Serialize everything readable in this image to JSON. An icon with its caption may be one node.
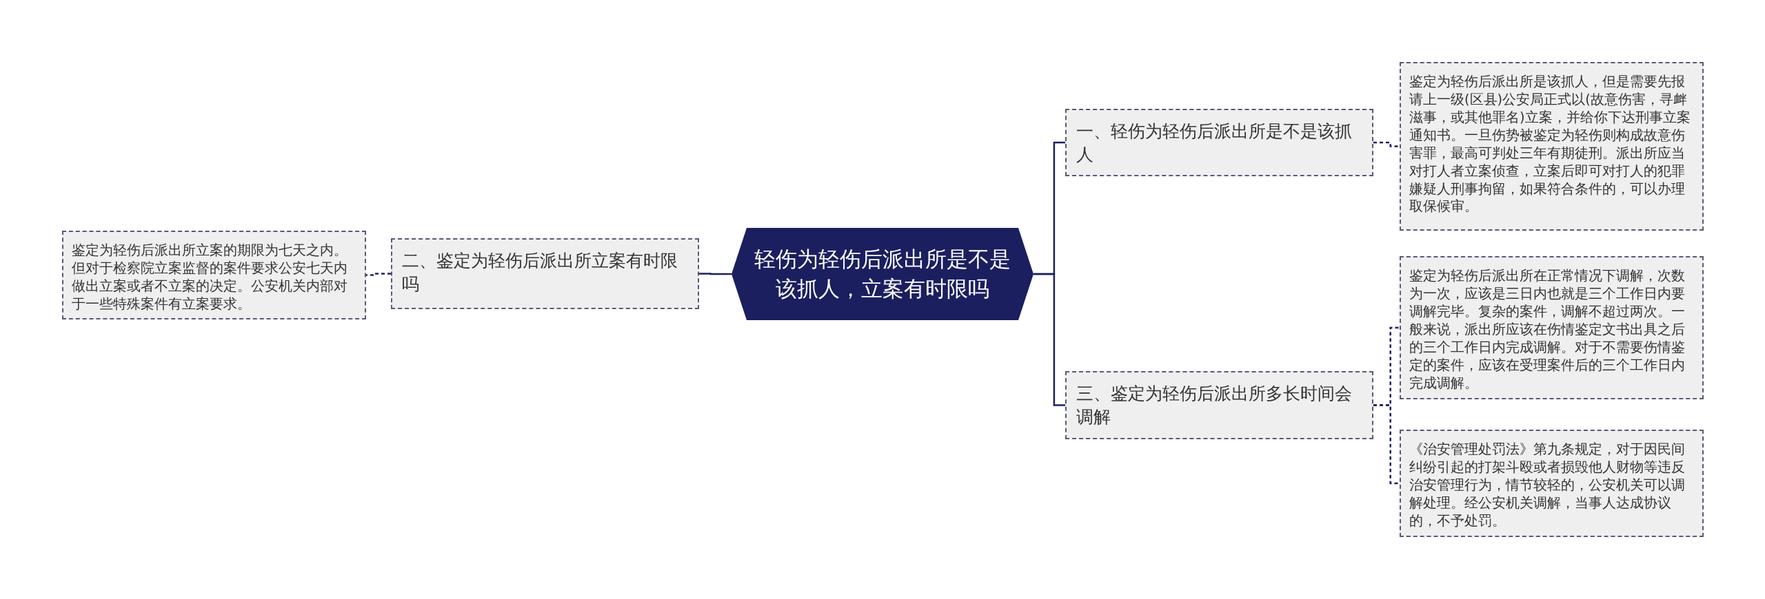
{
  "diagram": {
    "nodes": [
      {
        "text": [
          "轻伤为轻伤后派出所是不是该抓人，立案有时限吗"
        ]
      },
      {
        "text": [
          "一、轻伤为轻伤后派出所是不是该抓人"
        ]
      },
      {
        "text": [
          "鉴定为轻伤后派出所是该抓人，但是需要先报请上一级(区县)公安局正式以(故意伤害，寻衅滋事，或其他罪名)立案，并给你下达刑事立案通知书。一旦伤势被鉴定为轻伤则构成故意伤害罪，最高可判处三年有期徒刑。派出所应当对打人者立案侦查，立案后即可对打人的犯罪嫌疑人刑事拘留，如果符合条件的，可以办理取保候审。"
        ]
      },
      {
        "text": [
          "二、鉴定为轻伤后派出所立案有时限吗"
        ]
      },
      {
        "text": [
          "鉴定为轻伤后派出所立案的期限为七天之内。但对于检察院立案监督的案件要求公安七天内做出立案或者不立案的决定。公安机关内部对于一些特殊案件有立案要求。"
        ]
      },
      {
        "text": [
          "三、鉴定为轻伤后派出所多长时间会调解"
        ]
      },
      {
        "text": [
          "鉴定为轻伤后派出所在正常情况下调解，次数为一次，应该是三日内也就是三个工作日内要调解完毕。复杂的案件，调解不超过两次。一般来说，派出所应该在伤情鉴定文书出具之后的三个工作日内完成调解。对于不需要伤情鉴定的案件，应该在受理案件后的三个工作日内完成调解。"
        ]
      },
      {
        "text": [
          "《治安管理处罚法》第九条规定，对于因民间纠纷引起的打架斗殴或者损毁他人财物等违反治安管理行为，情节较轻的，公安机关可以调解处理。经公安机关调解，当事人达成协议的，不予处罚。"
        ]
      }
    ],
    "edges": [
      {
        "from": 0,
        "to": 1,
        "arrow": "none"
      },
      {
        "from": 1,
        "to": 2,
        "arrow": "none",
        "style": "dashed"
      },
      {
        "from": 0,
        "to": 3,
        "arrow": "none"
      },
      {
        "from": 3,
        "to": 4,
        "arrow": "none",
        "style": "dashed"
      },
      {
        "from": 0,
        "to": 5,
        "arrow": "none"
      },
      {
        "from": 5,
        "to": 6,
        "arrow": "none",
        "style": "dashed"
      },
      {
        "from": 5,
        "to": 7,
        "arrow": "none",
        "style": "dashed"
      }
    ]
  }
}
